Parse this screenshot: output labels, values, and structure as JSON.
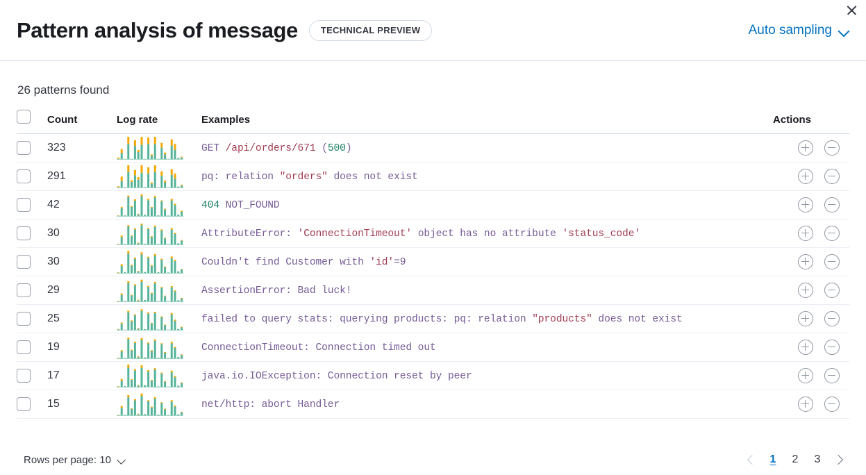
{
  "header": {
    "title": "Pattern analysis of message",
    "badge": "TECHNICAL PREVIEW",
    "sampling_label": "Auto sampling",
    "close_label": "Close"
  },
  "summary": {
    "patterns_found": "26 patterns found"
  },
  "table": {
    "columns": {
      "count": "Count",
      "log_rate": "Log rate",
      "examples": "Examples",
      "actions": "Actions"
    },
    "rows": [
      {
        "count": "323",
        "example_tokens": [
          {
            "t": "GET ",
            "k": "base"
          },
          {
            "t": "/api/orders/671",
            "k": "str"
          },
          {
            "t": " (",
            "k": "base"
          },
          {
            "t": "500",
            "k": "num"
          },
          {
            "t": ")",
            "k": "base"
          }
        ],
        "sparkline": [
          4,
          30,
          3,
          74,
          2,
          62,
          34,
          80,
          3,
          70,
          18,
          78,
          4,
          54,
          24,
          1,
          64,
          45,
          8,
          10
        ],
        "sparkline_top": [
          6,
          18,
          0,
          32,
          0,
          26,
          10,
          36,
          0,
          30,
          6,
          34,
          0,
          22,
          8,
          0,
          28,
          26,
          0,
          4
        ]
      },
      {
        "count": "291",
        "example_tokens": [
          {
            "t": "pq: relation ",
            "k": "base"
          },
          {
            "t": "\"orders\"",
            "k": "str"
          },
          {
            "t": " does not exist",
            "k": "base"
          }
        ],
        "sparkline": [
          5,
          32,
          4,
          78,
          28,
          58,
          38,
          84,
          5,
          66,
          20,
          74,
          4,
          56,
          26,
          3,
          60,
          42,
          7,
          12
        ],
        "sparkline_top": [
          4,
          20,
          0,
          30,
          8,
          24,
          12,
          34,
          0,
          28,
          6,
          30,
          0,
          20,
          8,
          0,
          26,
          24,
          0,
          4
        ]
      },
      {
        "count": "42",
        "example_tokens": [
          {
            "t": "404",
            "k": "num"
          },
          {
            "t": " NOT_FOUND",
            "k": "base"
          }
        ],
        "sparkline": [
          4,
          38,
          6,
          88,
          44,
          72,
          10,
          92,
          8,
          74,
          40,
          86,
          6,
          68,
          32,
          5,
          72,
          52,
          9,
          22
        ],
        "sparkline_top": [
          2,
          6,
          0,
          7,
          4,
          6,
          3,
          8,
          0,
          6,
          4,
          7,
          0,
          5,
          4,
          0,
          8,
          6,
          0,
          4
        ]
      },
      {
        "count": "30",
        "example_tokens": [
          {
            "t": "AttributeError: ",
            "k": "base"
          },
          {
            "t": "'ConnectionTimeout'",
            "k": "str"
          },
          {
            "t": " object has no attribute ",
            "k": "base"
          },
          {
            "t": "'status_code'",
            "k": "str"
          }
        ],
        "sparkline": [
          3,
          36,
          5,
          84,
          40,
          70,
          8,
          90,
          6,
          72,
          36,
          82,
          5,
          66,
          30,
          4,
          70,
          50,
          8,
          20
        ],
        "sparkline_top": [
          2,
          7,
          0,
          6,
          4,
          5,
          3,
          7,
          0,
          5,
          4,
          6,
          0,
          5,
          3,
          0,
          7,
          5,
          0,
          3
        ]
      },
      {
        "count": "30",
        "example_tokens": [
          {
            "t": "Couldn't find Customer with ",
            "k": "base"
          },
          {
            "t": "'id'",
            "k": "str"
          },
          {
            "t": "=9",
            "k": "base"
          }
        ],
        "sparkline": [
          4,
          34,
          6,
          90,
          36,
          66,
          9,
          86,
          7,
          70,
          34,
          80,
          6,
          62,
          28,
          5,
          68,
          56,
          10,
          18
        ],
        "sparkline_top": [
          2,
          8,
          0,
          12,
          4,
          6,
          3,
          10,
          0,
          6,
          4,
          8,
          0,
          5,
          4,
          0,
          9,
          6,
          0,
          3
        ]
      },
      {
        "count": "29",
        "example_tokens": [
          {
            "t": "AssertionError: Bad luck!",
            "k": "base"
          }
        ],
        "sparkline": [
          3,
          32,
          5,
          86,
          30,
          74,
          7,
          92,
          9,
          68,
          38,
          84,
          4,
          64,
          26,
          4,
          66,
          48,
          8,
          16
        ],
        "sparkline_top": [
          2,
          7,
          0,
          8,
          3,
          6,
          3,
          9,
          0,
          5,
          4,
          7,
          0,
          4,
          3,
          0,
          6,
          5,
          0,
          3
        ]
      },
      {
        "count": "25",
        "example_tokens": [
          {
            "t": "failed to query stats: querying products: pq: relation ",
            "k": "base"
          },
          {
            "t": "\"products\"",
            "k": "str"
          },
          {
            "t": " does not exist",
            "k": "base"
          }
        ],
        "sparkline": [
          5,
          30,
          4,
          82,
          42,
          68,
          8,
          88,
          6,
          76,
          32,
          78,
          5,
          60,
          24,
          4,
          72,
          44,
          7,
          14
        ],
        "sparkline_top": [
          2,
          6,
          0,
          7,
          4,
          5,
          3,
          8,
          0,
          6,
          3,
          6,
          0,
          4,
          3,
          0,
          7,
          5,
          0,
          3
        ]
      },
      {
        "count": "19",
        "example_tokens": [
          {
            "t": "ConnectionTimeout: Connection timed out",
            "k": "base"
          }
        ],
        "sparkline": [
          4,
          34,
          5,
          88,
          38,
          72,
          9,
          86,
          7,
          70,
          36,
          82,
          6,
          66,
          28,
          5,
          70,
          50,
          9,
          18
        ],
        "sparkline_top": [
          2,
          6,
          0,
          8,
          4,
          6,
          3,
          8,
          0,
          5,
          4,
          7,
          0,
          5,
          3,
          0,
          8,
          5,
          0,
          3
        ]
      },
      {
        "count": "17",
        "example_tokens": [
          {
            "t": "java.io.IOException: Connection reset by peer",
            "k": "base"
          }
        ],
        "sparkline": [
          4,
          30,
          6,
          90,
          34,
          76,
          8,
          88,
          10,
          72,
          30,
          80,
          5,
          62,
          26,
          4,
          68,
          46,
          8,
          20
        ],
        "sparkline_top": [
          2,
          8,
          0,
          14,
          3,
          7,
          3,
          12,
          0,
          6,
          4,
          7,
          0,
          5,
          3,
          0,
          8,
          6,
          0,
          3
        ]
      },
      {
        "count": "15",
        "example_tokens": [
          {
            "t": "net/http: abort Handler",
            "k": "base"
          }
        ],
        "sparkline": [
          3,
          36,
          5,
          84,
          32,
          70,
          7,
          90,
          8,
          66,
          38,
          78,
          6,
          58,
          30,
          4,
          64,
          42,
          7,
          16
        ],
        "sparkline_top": [
          2,
          9,
          0,
          10,
          3,
          6,
          3,
          11,
          0,
          5,
          4,
          6,
          0,
          4,
          3,
          0,
          7,
          5,
          0,
          3
        ]
      }
    ]
  },
  "footer": {
    "rows_per_page_label": "Rows per page: 10",
    "pages": [
      "1",
      "2",
      "3"
    ],
    "active_page": "1"
  },
  "colors": {
    "spark_base": "#54b399",
    "spark_top": "#f5a700",
    "accent_link": "#0071c2",
    "border": "#d3dae6"
  }
}
